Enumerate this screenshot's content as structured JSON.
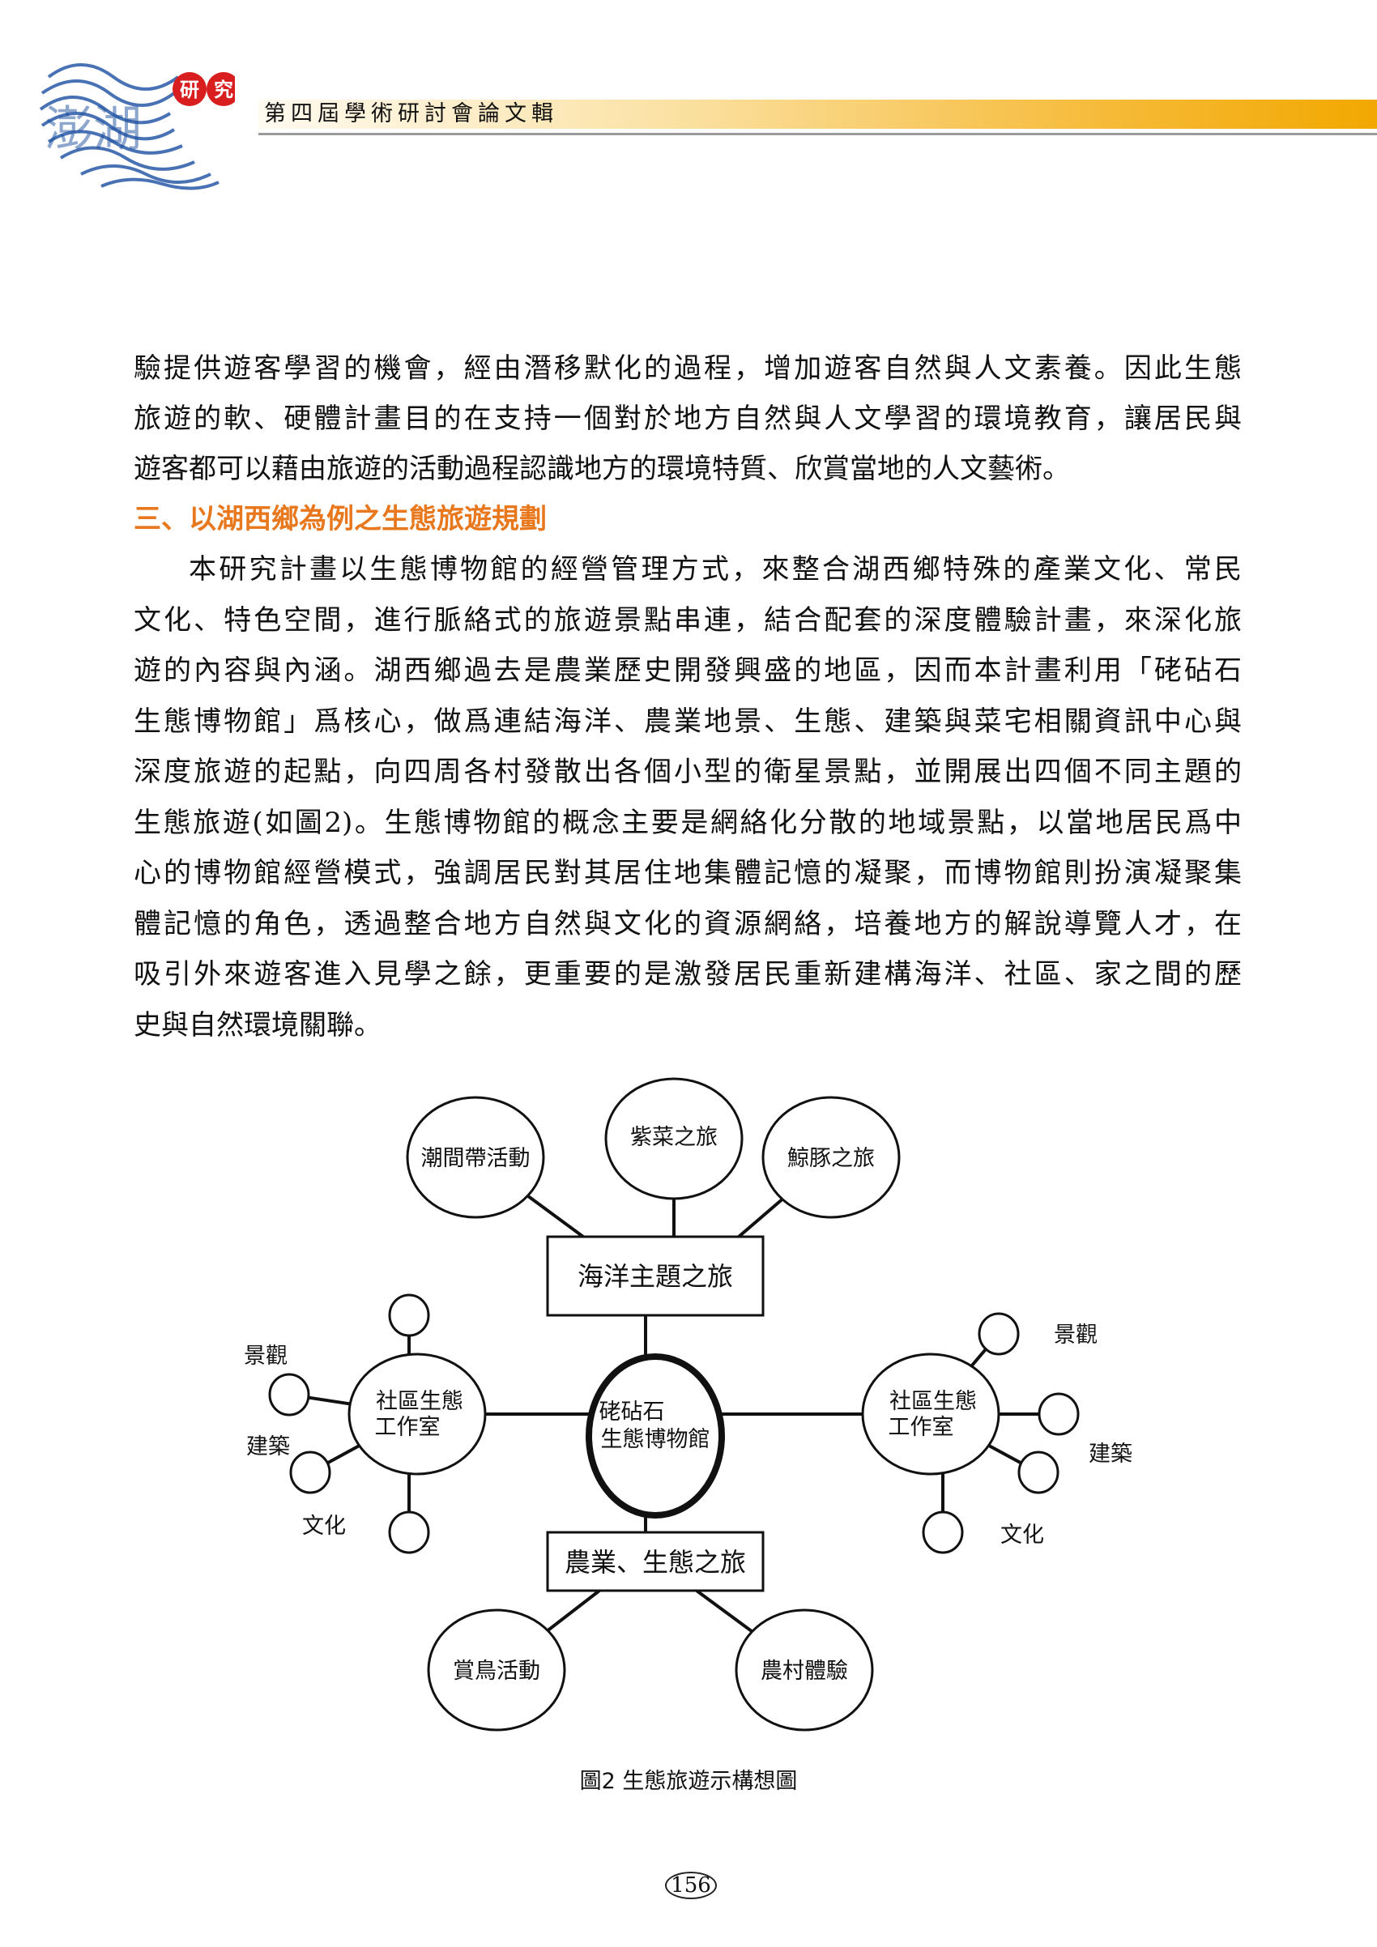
{
  "header": {
    "logo_text": "澎湖",
    "logo_badge_1": "研",
    "logo_badge_2": "究",
    "title": "第四屆學術研討會論文輯",
    "colors": {
      "bar_end": "#f2a800",
      "badge": "#d81e1e",
      "logo_blue": "#2a5aa8"
    }
  },
  "body": {
    "lines_1": [
      "驗提供遊客學習的機會，經由潛移默化的過程，增加遊客自然與人文素養。因此生態",
      "旅遊的軟、硬體計畫目的在支持一個對於地方自然與人文學習的環境教育，讓居民與",
      "遊客都可以藉由旅遊的活動過程認識地方的環境特質、欣賞當地的人文藝術。"
    ],
    "heading": "三、以湖西鄉為例之生態旅遊規劃",
    "heading_color": "#e8781e",
    "lines_2": [
      "本研究計畫以生態博物館的經營管理方式，來整合湖西鄉特殊的產業文化、常民",
      "文化、特色空間，進行脈絡式的旅遊景點串連，結合配套的深度體驗計畫，來深化旅",
      "遊的內容與內涵。湖西鄉過去是農業歷史開發興盛的地區，因而本計畫利用「硓砧石",
      "生態博物館」爲核心，做爲連結海洋、農業地景、生態、建築與菜宅相關資訊中心與",
      "深度旅遊的起點，向四周各村發散出各個小型的衛星景點，並開展出四個不同主題的",
      "生態旅遊(如圖2)。生態博物館的概念主要是網絡化分散的地域景點，以當地居民爲中",
      "心的博物館經營模式，強調居民對其居住地集體記憶的凝聚，而博物館則扮演凝聚集",
      "體記憶的角色，透過整合地方自然與文化的資源網絡，培養地方的解說導覽人才，在",
      "吸引外來遊客進入見學之餘，更重要的是激發居民重新建構海洋、社區、家之間的歷",
      "史與自然環境關聯。"
    ]
  },
  "diagram": {
    "center": [
      "硓砧石",
      "生態博物館"
    ],
    "marine_box": "海洋主題之旅",
    "marine_nodes": [
      "潮間帶活動",
      "紫菜之旅",
      "鯨豚之旅"
    ],
    "agri_box": "農業、生態之旅",
    "agri_nodes": [
      "賞鳥活動",
      "農村體驗"
    ],
    "left_studio": [
      "社區生態",
      "工作室"
    ],
    "right_studio": [
      "社區生態",
      "工作室"
    ],
    "left_labels": [
      "景觀",
      "建築",
      "文化"
    ],
    "right_labels": [
      "景觀",
      "建築",
      "文化"
    ],
    "caption": "圖2  生態旅遊示構想圖"
  },
  "footer": {
    "page_number": "156"
  }
}
